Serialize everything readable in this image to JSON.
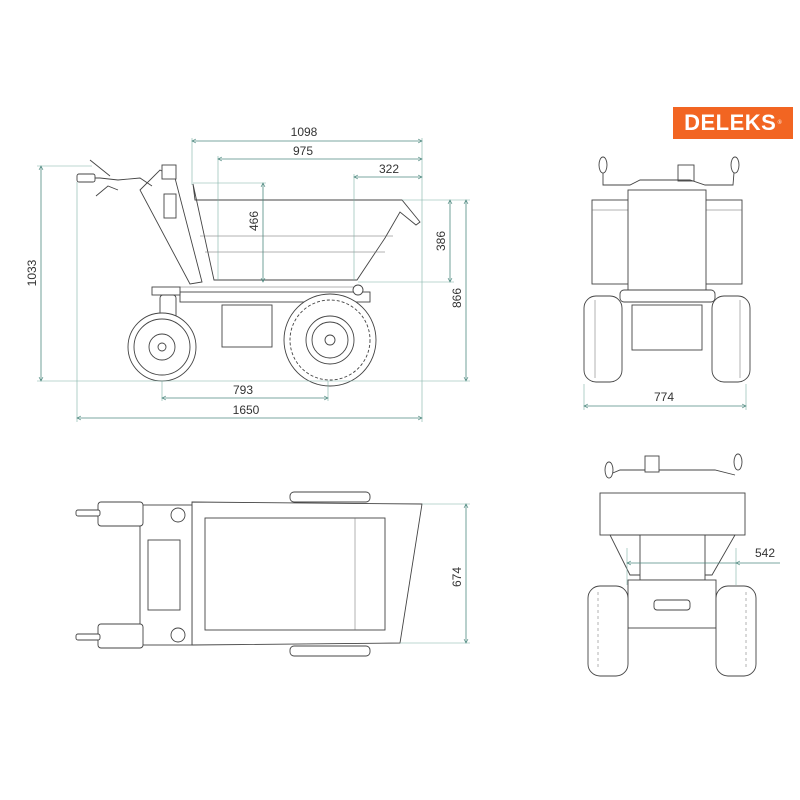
{
  "logo": {
    "text": "DELEKS",
    "registered": "®",
    "color": "#f26522"
  },
  "dimension_color": "#4f8a80",
  "side_view": {
    "dims": {
      "bucket_length_overall": "1098",
      "bucket_length": "975",
      "bucket_overhang": "322",
      "bucket_depth": "466",
      "loading_edge_height": "386",
      "bucket_rim_height": "866",
      "overall_height": "1033",
      "wheelbase": "793",
      "overall_length": "1650"
    }
  },
  "front_view": {
    "dims": {
      "overall_width": "774"
    }
  },
  "top_view": {
    "dims": {
      "bucket_width": "674"
    }
  },
  "rear_view": {
    "dims": {
      "track_width": "542"
    }
  }
}
